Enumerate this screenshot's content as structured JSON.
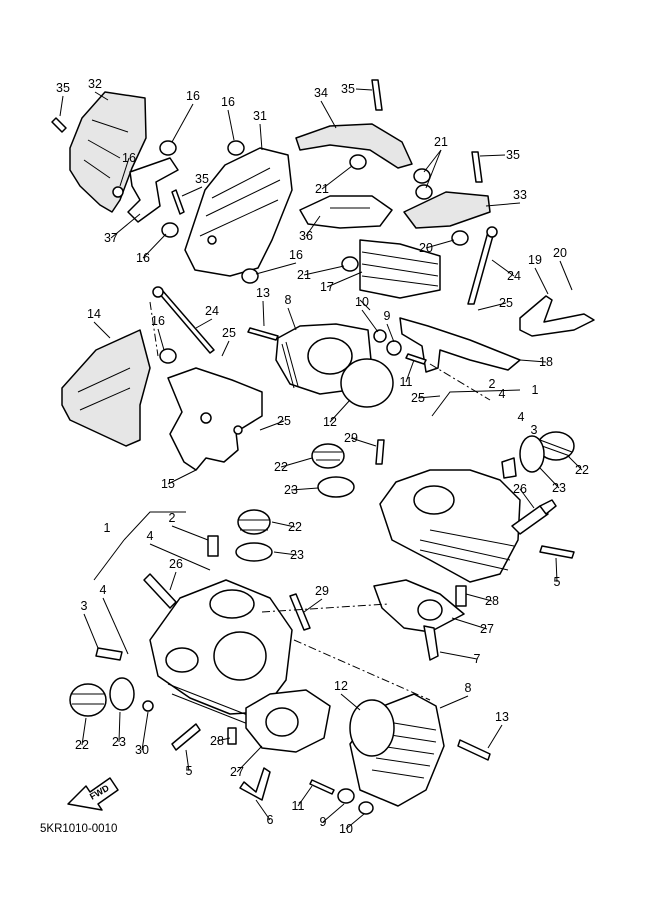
{
  "diagram_code": "5KR1010-0010",
  "direction_arrow": "FWD",
  "callouts": [
    "1",
    "2",
    "3",
    "4",
    "5",
    "6",
    "7",
    "8",
    "9",
    "10",
    "11",
    "12",
    "13",
    "14",
    "15",
    "16",
    "17",
    "18",
    "19",
    "20",
    "21",
    "22",
    "23",
    "24",
    "25",
    "26",
    "27",
    "28",
    "29",
    "30",
    "31",
    "32",
    "33",
    "34",
    "35",
    "36",
    "37"
  ]
}
